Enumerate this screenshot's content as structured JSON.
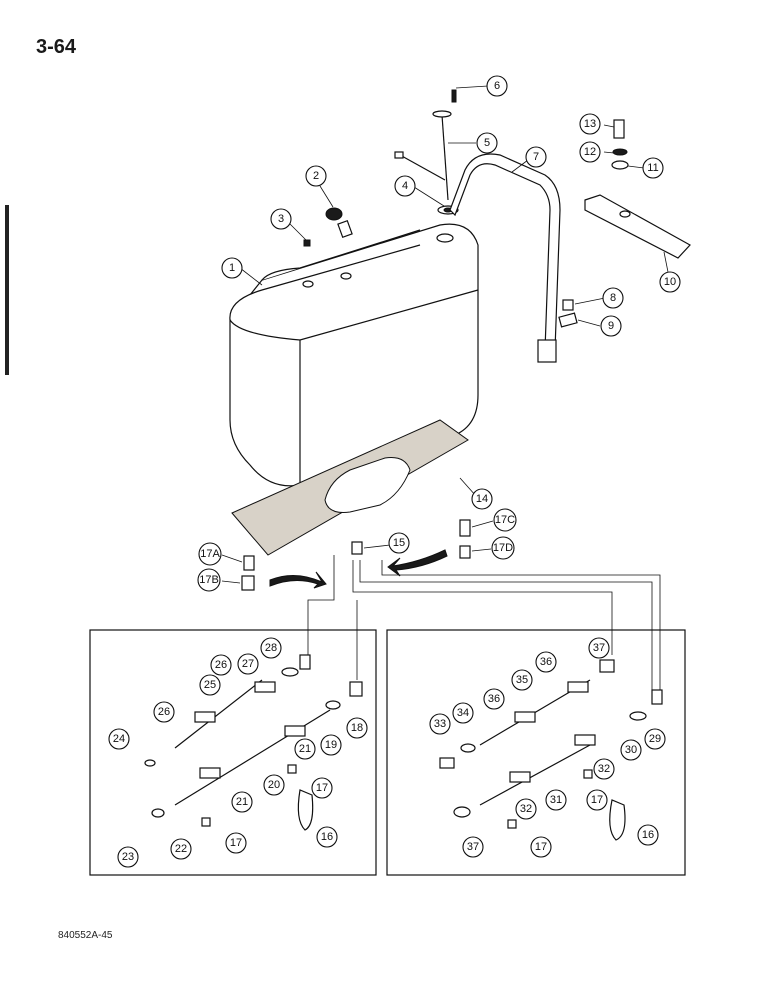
{
  "page_number": "3-64",
  "document_code": "840552A-45",
  "callouts": [
    "1",
    "2",
    "3",
    "4",
    "5",
    "6",
    "7",
    "8",
    "9",
    "10",
    "11",
    "12",
    "13",
    "14",
    "15",
    "16",
    "17",
    "17A",
    "17B",
    "17C",
    "17D",
    "18",
    "19",
    "20",
    "21",
    "22",
    "23",
    "24",
    "25",
    "26",
    "27",
    "28",
    "29",
    "30",
    "31",
    "32",
    "33",
    "34",
    "35",
    "36",
    "37"
  ]
}
